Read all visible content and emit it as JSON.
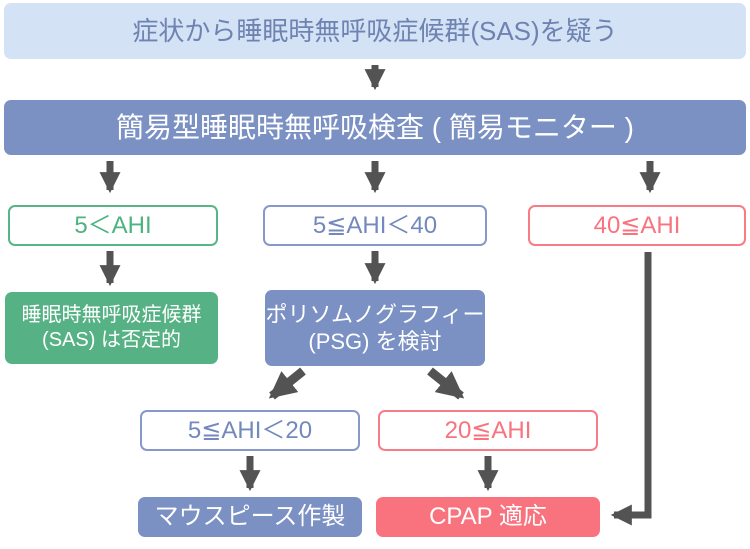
{
  "flowchart": {
    "nodes": {
      "suspect": {
        "label": "症状から睡眠時無呼吸症候群(SAS)を疑う"
      },
      "screening": {
        "label": "簡易型睡眠時無呼吸検査 ( 簡易モニター )"
      },
      "ahi_over5": {
        "label": "5＜AHI"
      },
      "ahi_5to40": {
        "label": "5≦AHI＜40"
      },
      "ahi_over40": {
        "label": "40≦AHI"
      },
      "sas_negative": {
        "line1": "睡眠時無呼吸症候群",
        "line2": "(SAS) は否定的"
      },
      "psg": {
        "line1": "ポリソムノグラフィー",
        "line2": "(PSG) を検討"
      },
      "ahi_5to20": {
        "label": "5≦AHI＜20"
      },
      "ahi_over20": {
        "label": "20≦AHI"
      },
      "mouthpiece": {
        "label": "マウスピース作製"
      },
      "cpap": {
        "label": "CPAP 適応"
      }
    },
    "colors": {
      "light_blue_fill": "#d4e2f6",
      "slate_blue_text": "#6e83b1",
      "blue_fill": "#7b90c3",
      "green_fill": "#56b285",
      "green_outline": "#57b688",
      "blue_outline": "#8699c8",
      "red": "#f8737e",
      "arrow_gray": "#535353",
      "white_text": "#ffffff"
    }
  }
}
